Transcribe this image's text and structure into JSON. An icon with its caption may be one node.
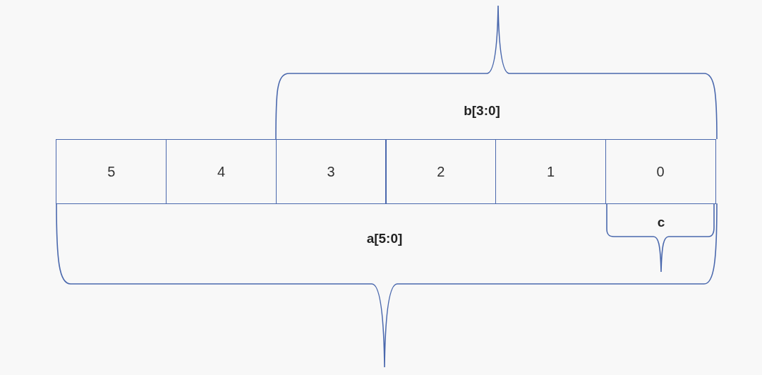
{
  "diagram": {
    "nodes": [
      {
        "text": [
          "5"
        ]
      },
      {
        "text": [
          "4"
        ]
      },
      {
        "text": [
          "3"
        ]
      },
      {
        "text": [
          "2"
        ]
      },
      {
        "text": [
          "1"
        ]
      },
      {
        "text": [
          "0"
        ]
      }
    ],
    "labels": [
      "b[3:0]",
      "a[5:0]",
      "c"
    ]
  }
}
